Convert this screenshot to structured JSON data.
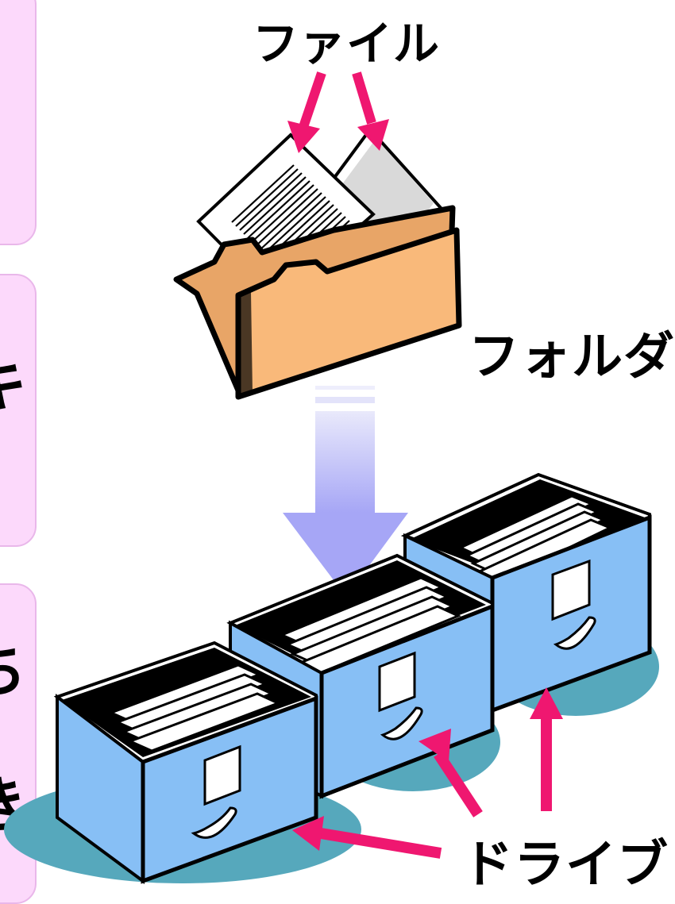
{
  "labels": {
    "file": "ファイル",
    "folder": "フォルダ",
    "drive": "ドライブ"
  },
  "side_text": [
    "キ",
    "ち",
    "き"
  ],
  "colors": {
    "arrow": "#ef1770",
    "folder": "#f9b97a",
    "cabinet": "#87bff5",
    "shadow": "#56a8bc",
    "transfer_arrow": "#a6a6f6",
    "side_panel": "#fcd9fb"
  },
  "icons": [
    "folder-icon",
    "document-icon",
    "file-cabinet-icon",
    "down-arrow-icon"
  ]
}
